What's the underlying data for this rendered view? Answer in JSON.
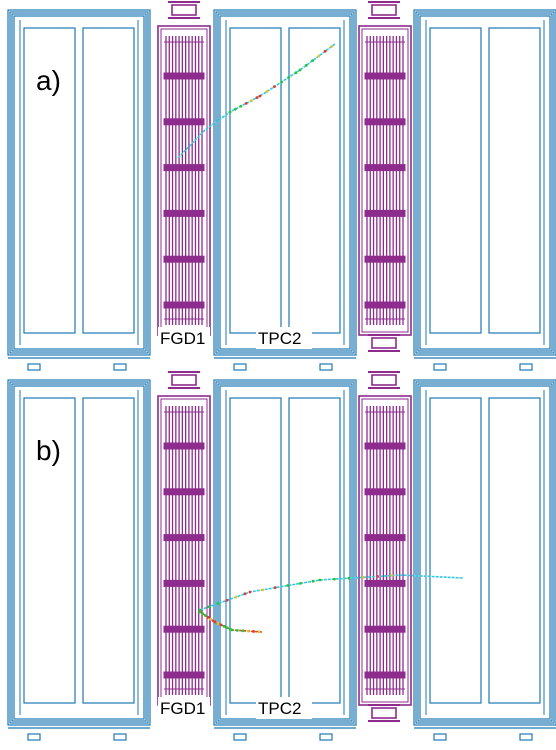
{
  "panels": [
    {
      "id": "a",
      "label": "a)",
      "fgd_label": "FGD1",
      "tpc_label": "TPC2"
    },
    {
      "id": "b",
      "label": "b)",
      "fgd_label": "FGD1",
      "tpc_label": "TPC2"
    }
  ],
  "colors": {
    "tpc": "#1f78b4",
    "fgd": "#8e2c8e",
    "track_green": "#22c833",
    "track_red": "#e03b2a",
    "track_cyan": "#38c7e0",
    "track_yellow": "#e6c228"
  }
}
